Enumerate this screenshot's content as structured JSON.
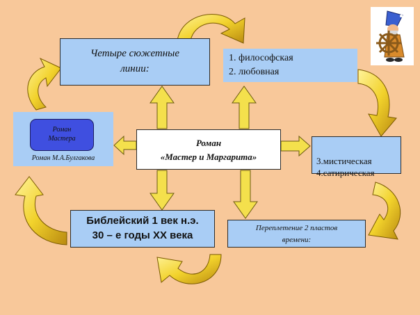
{
  "center": {
    "line1": "Роман",
    "line2": "«Мастер и Маргарита»"
  },
  "top_left": {
    "line1": "Четыре сюжетные",
    "line2": "линии:"
  },
  "top_right": {
    "line1": "1. философская",
    "line2": "2. любовная"
  },
  "left": {
    "inner_line1": "Роман",
    "inner_line2": "Мастера",
    "caption": "Роман М.А.Булгакова"
  },
  "right": {
    "line1": "3.мистическая",
    "line2": "4.сатирическая"
  },
  "bottom_left": {
    "line1": "Библейский 1 век н.э.",
    "line2": "30 – е годы XX века"
  },
  "bottom_right": {
    "line1": "Переплетение 2 пластов",
    "line2": "времени:"
  },
  "colors": {
    "background": "#f8c89a",
    "box": "#a9cdf5",
    "arrow": "#f4e04c",
    "curved_arrow": "#e2b81e",
    "inner_box": "#3f4fe0"
  },
  "icons": {
    "corner": "wizard-at-ship-wheel-icon"
  }
}
